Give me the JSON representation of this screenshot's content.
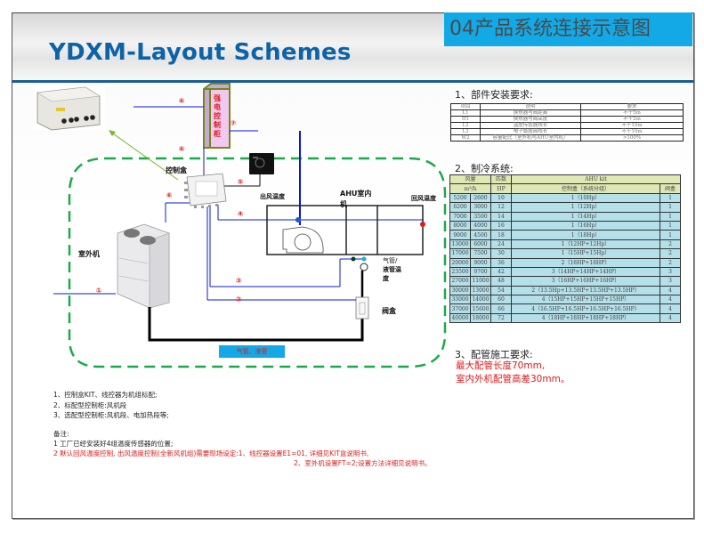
{
  "header": {
    "section_badge": "04产品系统连接示意图",
    "title": "YDXM-Layout Schemes"
  },
  "colors": {
    "badge": "#12a9e6",
    "title": "#0d63a8",
    "signal_wire": "#0a18d8",
    "refrigerant_pipe": "#000000",
    "boundary": "#1aaa4a",
    "warning": "#e01818"
  },
  "diagram": {
    "labels": {
      "control_box": "控制盒",
      "outdoor_unit": "室外机",
      "ahu_indoor": "AHU室内",
      "ahu_indoor_2": "机",
      "outlet_temp": "出风温度",
      "return_temp": "回风温度",
      "pipe_temp_1": "气管/",
      "pipe_temp_2": "液管温",
      "pipe_temp_3": "度",
      "valve_box": "阀盒",
      "cabinet": "强电控制柜",
      "pipe_label": "气管、液管"
    },
    "markers": [
      "①",
      "②",
      "③",
      "④",
      "⑤",
      "⑥",
      "⑦"
    ],
    "icons": [
      "control-box-photo",
      "wired-controller",
      "outdoor-unit",
      "ahu-fan",
      "valve-box",
      "electric-cabinet"
    ]
  },
  "install_req": {
    "heading": "1、部件安装要求:",
    "columns": [
      "项目",
      "说明",
      "要求"
    ],
    "rows": [
      [
        "L1",
        "换热器与阀距离",
        "不十5m"
      ],
      [
        "H1",
        "换热器与阀高度",
        "不十2m"
      ],
      [
        "L2",
        "温度传感器线长",
        "不十10m"
      ],
      [
        "L3",
        "电子膨胀阀线长",
        "不十10m"
      ],
      [
        "W2",
        "容量配比（室外机与AHU室内机）",
        ">100%"
      ]
    ]
  },
  "refrig_system": {
    "heading": "2、制冷系统:",
    "header1": [
      "风量",
      "匹数",
      "AHU kit"
    ],
    "header2": [
      "m³/h",
      "HP",
      "控制盒（系统分组）",
      "阀盒"
    ],
    "rows": [
      [
        "5200",
        "2600",
        "10",
        "1（10Hp）",
        "1"
      ],
      [
        "6200",
        "3000",
        "12",
        "1（12Hp）",
        "1"
      ],
      [
        "7000",
        "3500",
        "14",
        "1（14Hp）",
        "1"
      ],
      [
        "8000",
        "4000",
        "16",
        "1（16Hp）",
        "1"
      ],
      [
        "9000",
        "4500",
        "18",
        "1（18Hp）",
        "1"
      ],
      [
        "13000",
        "6000",
        "24",
        "1（12HP+12Hp）",
        "2"
      ],
      [
        "17000",
        "7500",
        "30",
        "1（15HP+15Hp）",
        "2"
      ],
      [
        "20000",
        "9000",
        "36",
        "2（18HP+18HP）",
        "2"
      ],
      [
        "23500",
        "9700",
        "42",
        "3（14HP+14HP+14HP）",
        "3"
      ],
      [
        "27000",
        "11000",
        "48",
        "3（16HP+16HP+16HP）",
        "3"
      ],
      [
        "30000",
        "13000",
        "54",
        "2（13.5Hp+13.5HP+13.5HP+13.5HP）",
        "4"
      ],
      [
        "33000",
        "14000",
        "60",
        "4（15HP+15HP+15HP+15HP）",
        "4"
      ],
      [
        "37000",
        "15600",
        "66",
        "4（16.5HP+16.5HP+16.5HP+16.5HP）",
        "4"
      ],
      [
        "40000",
        "18000",
        "72",
        "4（18HP+18HP+18HP+18HP）",
        "4"
      ]
    ]
  },
  "piping_req": {
    "heading": "3、配管施工要求:",
    "line1": "最大配管长度70mm,",
    "line2": "室内外机配管高差30mm。"
  },
  "notes": {
    "items": [
      "1、控制盒KIT、线控器为机组标配;",
      "2、标配型控制柜:风机段",
      "3、选配型控制柜:风机段、电加热段等;"
    ],
    "remark_heading": "备注:",
    "remark1": "1   工厂已经安装好4组温度传感器的位置;",
    "remark2": "2   默认回风温度控制,    出风温度控制(全新风机组)需要现场设定:1、线控器设置E1=01, 详细见KIT盒说明书,",
    "remark3": "2、室外机设置FT=2;设置方法详细见说明书。"
  }
}
